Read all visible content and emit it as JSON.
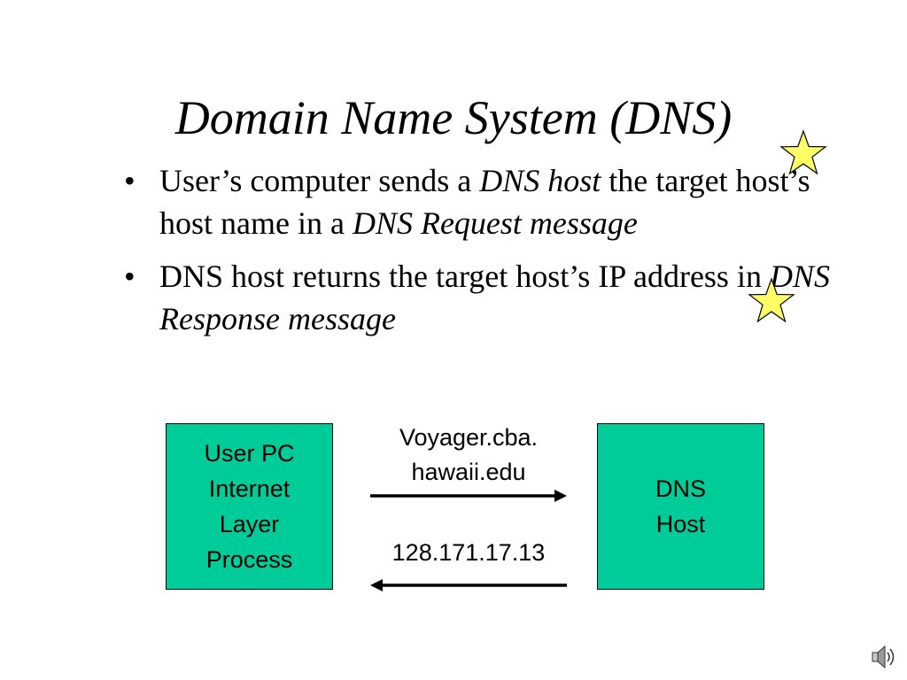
{
  "slide": {
    "title": "Domain Name System (DNS)",
    "bullet_marker": "•",
    "bullets": [
      {
        "parts": [
          "User’s computer sends a ",
          "DNS host",
          " the target host’s host name in a ",
          "DNS Request message"
        ]
      },
      {
        "parts": [
          "DNS host returns the target host’s IP address in ",
          "DNS Response message"
        ]
      }
    ]
  },
  "diagram": {
    "left_box": {
      "lines": [
        "User PC",
        "Internet",
        "Layer",
        "Process"
      ]
    },
    "right_box": {
      "lines": [
        "DNS",
        "Host"
      ]
    },
    "request_label": {
      "lines": [
        "Voyager.cba.",
        "hawaii.edu"
      ]
    },
    "response_label": "128.171.17.13",
    "box_color": "#00CC99"
  },
  "decorations": {
    "star_icon": "star-icon",
    "star_color": "#FFFF66",
    "speaker_icon": "speaker-icon"
  }
}
